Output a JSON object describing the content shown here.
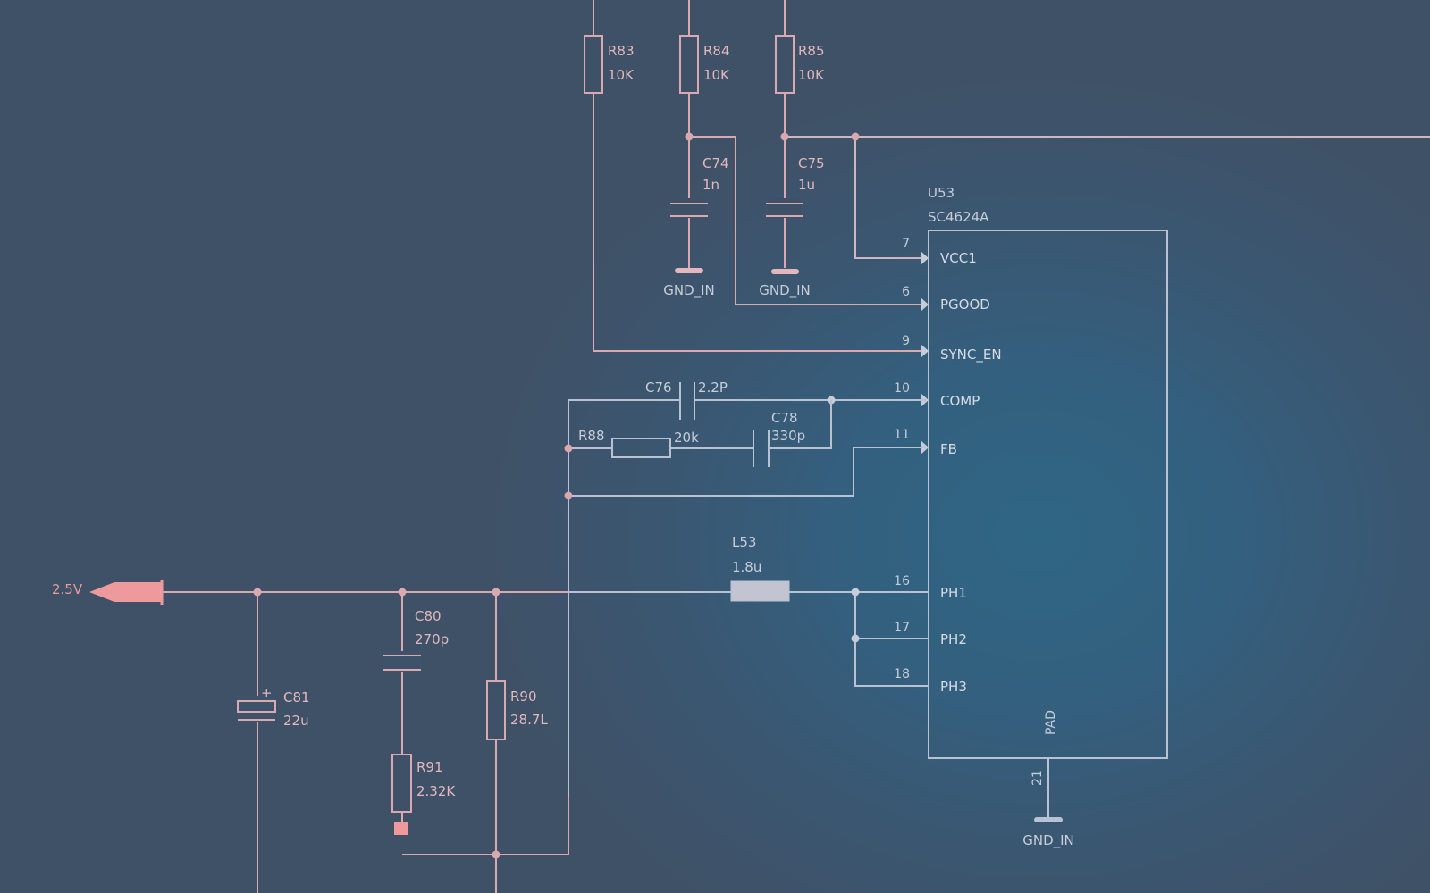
{
  "colors": {
    "pink": "#d9a8b0",
    "grey": "#b9c2d2",
    "net": "#ee9a9c",
    "background": "#3f5167",
    "glow": "#2f6684"
  },
  "resistors": {
    "r83": {
      "ref": "R83",
      "value": "10K"
    },
    "r84": {
      "ref": "R84",
      "value": "10K"
    },
    "r85": {
      "ref": "R85",
      "value": "10K"
    },
    "r88": {
      "ref": "R88",
      "value": "20k"
    },
    "r90": {
      "ref": "R90",
      "value": "28.7L"
    },
    "r91": {
      "ref": "R91",
      "value": "2.32K"
    }
  },
  "capacitors": {
    "c74": {
      "ref": "C74",
      "value": "1n"
    },
    "c75": {
      "ref": "C75",
      "value": "1u"
    },
    "c76": {
      "ref": "C76",
      "value": "2.2P"
    },
    "c78": {
      "ref": "C78",
      "value": "330p"
    },
    "c80": {
      "ref": "C80",
      "value": "270p"
    },
    "c81": {
      "ref": "C81",
      "value": "22u",
      "polarity": "+"
    }
  },
  "inductor": {
    "ref": "L53",
    "value": "1.8u"
  },
  "ic": {
    "ref": "U53",
    "part": "SC4624A",
    "pins": [
      {
        "num": "7",
        "name": "VCC1"
      },
      {
        "num": "6",
        "name": "PGOOD"
      },
      {
        "num": "9",
        "name": "SYNC_EN"
      },
      {
        "num": "10",
        "name": "COMP"
      },
      {
        "num": "11",
        "name": "FB"
      },
      {
        "num": "16",
        "name": "PH1"
      },
      {
        "num": "17",
        "name": "PH2"
      },
      {
        "num": "18",
        "name": "PH3"
      }
    ],
    "pad": {
      "num": "21",
      "name": "PAD"
    }
  },
  "grounds": {
    "label": "GND_IN"
  },
  "net_port": {
    "label": "2.5V"
  }
}
